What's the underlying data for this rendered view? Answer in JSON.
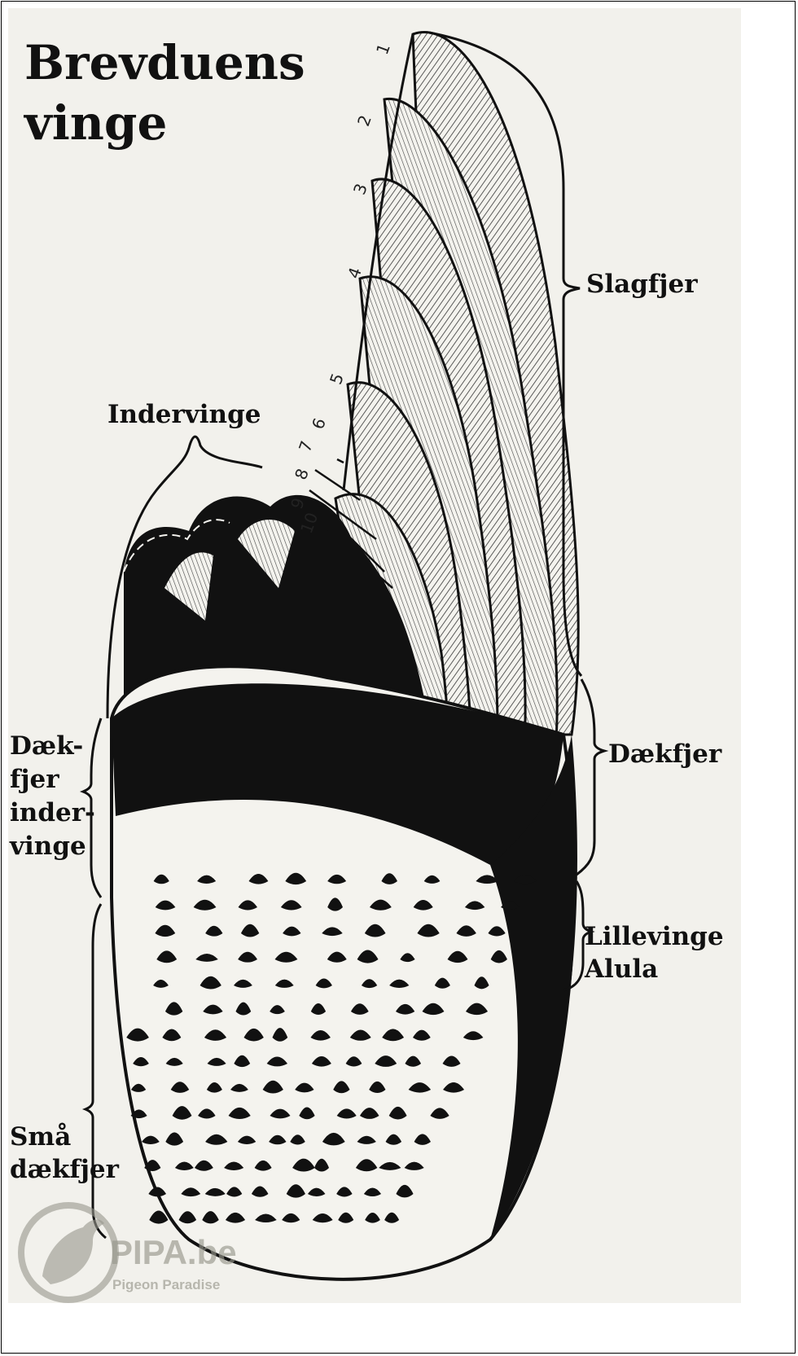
{
  "title": [
    "Brevduens",
    "vinge"
  ],
  "labels": {
    "slagfjer": "Slagfjer",
    "indervinge": "Indervinge",
    "daekfjer": "Dækfjer",
    "daekfjer_indervinge": [
      "Dæk-",
      "fjer",
      "inder-",
      "vinge"
    ],
    "lillevinge": [
      "Lillevinge",
      "Alula"
    ],
    "smaa_daekfjer": [
      "Små",
      "dækfjer"
    ]
  },
  "feather_numbers": [
    "1",
    "2",
    "3",
    "4",
    "5",
    "6",
    "7",
    "8",
    "9",
    "10"
  ],
  "watermark": {
    "name": "PIPA.be",
    "tagline": "Pigeon Paradise"
  },
  "colors": {
    "ink": "#111111",
    "paper": "#f2f1ec"
  }
}
